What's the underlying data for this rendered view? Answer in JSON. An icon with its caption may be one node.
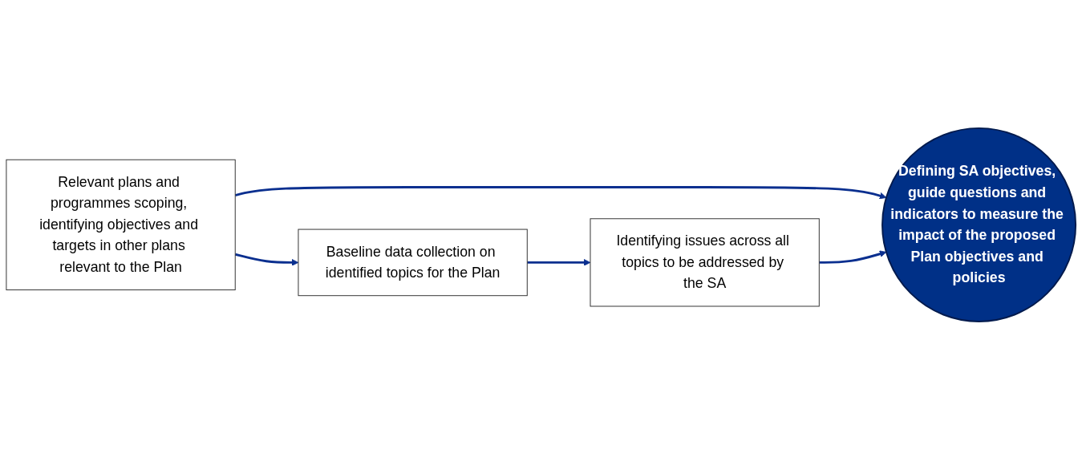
{
  "diagram": {
    "nodes": [
      {
        "text": [
          "Relevant plans and programmes scoping, identifying objectives and targets in other plans relevant to the Plan"
        ]
      },
      {
        "text": [
          "Baseline data collection on identified topics for the Plan"
        ]
      },
      {
        "text": [
          "Defining SA objectives, guide questions and indicators to measure the impact of the proposed Plan objectives and policies"
        ]
      },
      {
        "text": [
          "Identifying issues across all topics to be addressed by the SA"
        ]
      }
    ],
    "edges": [
      {
        "from": 0,
        "to": 1,
        "arrow": "to"
      },
      {
        "from": 1,
        "to": 3,
        "arrow": "to"
      },
      {
        "from": 0,
        "to": 2,
        "arrow": "to"
      },
      {
        "from": 3,
        "to": 2,
        "arrow": "to"
      }
    ]
  }
}
